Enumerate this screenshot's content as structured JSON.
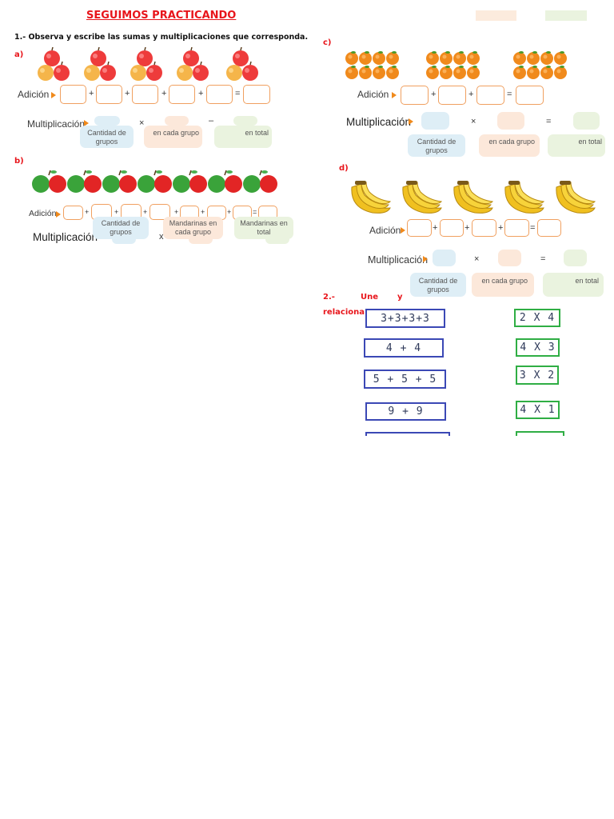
{
  "header": {
    "title": "SEGUIMOS PRACTICANDO"
  },
  "exercise1": {
    "instruction": "1.- Observa y escribe las sumas y multiplicaciones que corresponda.",
    "a": {
      "letter": "a)",
      "addition_label": "Adición",
      "multiplication_label": "Multiplicación",
      "plus": "+",
      "equals": "=",
      "times": "×",
      "dash": "–",
      "pill_groups": "Cantidad de grupos",
      "pill_each": "en cada grupo",
      "pill_total": "en total"
    },
    "b": {
      "letter": "b)",
      "addition_label": "Adición",
      "multiplication_label": "Multiplicación",
      "plus": "+",
      "equals": "=",
      "times": "x",
      "pill_groups": "Cantidad de grupos",
      "pill_each": "Mandarinas en cada grupo",
      "pill_total": "Mandarinas en total"
    },
    "c": {
      "letter": "c)",
      "addition_label": "Adición",
      "multiplication_label": "Multiplicación",
      "plus": "+",
      "equals": "=",
      "times": "×",
      "pill_groups": "Cantidad de grupos",
      "pill_each": "en cada grupo",
      "pill_total": "en total"
    },
    "d": {
      "letter": "d)",
      "addition_label": "Adición",
      "multiplication_label": "Multiplicación",
      "plus": "+",
      "equals": "=",
      "times": "×",
      "pill_groups": "Cantidad de grupos",
      "pill_each": "en cada grupo",
      "pill_total": "en total"
    }
  },
  "exercise2": {
    "number": "2.-",
    "word1": "Une",
    "word2": "y",
    "word3": "relaciona.",
    "left": [
      "3+3+3+3",
      "4 + 4",
      "5 + 5 + 5",
      "9 + 9"
    ],
    "right": [
      "2 X 4",
      "4 X 3",
      "3 X 2",
      "4 X 1"
    ]
  },
  "colors": {
    "title": "#e8151b",
    "blue_box": "#3b48b5",
    "green_box": "#2fae44",
    "orange_arrow": "#f08a1c"
  }
}
